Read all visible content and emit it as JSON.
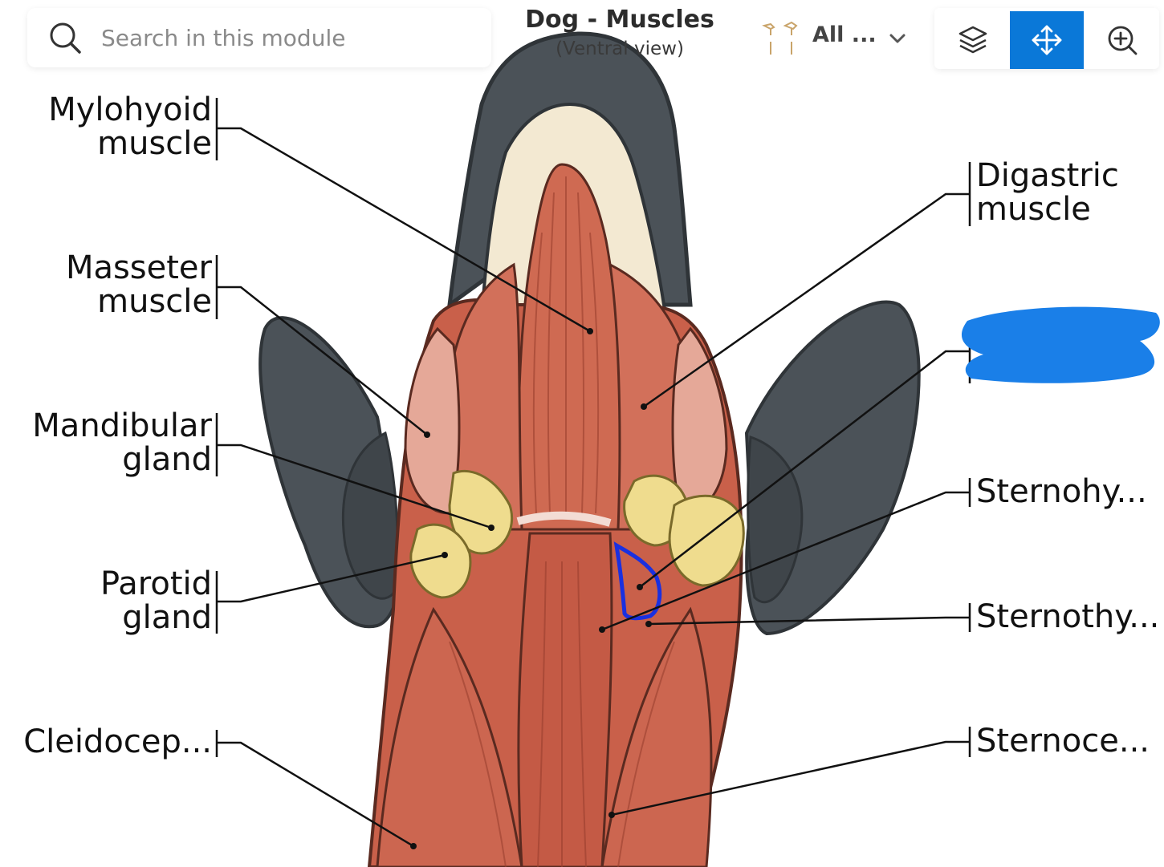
{
  "search": {
    "placeholder": "Search in this module"
  },
  "header": {
    "title": "Dog - Muscles",
    "subtitle": "(Ventral view)"
  },
  "filter": {
    "selected_label": "All ...",
    "thumbnail_icon": "dog-skeleton-thumbnail-icon",
    "chevron_icon": "chevron-down-icon"
  },
  "toolbar": {
    "layers_icon": "layers-icon",
    "move_icon": "move-arrows-icon",
    "zoom_icon": "zoom-in-icon",
    "active_tool": "move",
    "active_color": "#0a78d8"
  },
  "labels": {
    "mylohyoid_line1": "Mylohyoid",
    "mylohyoid_line2": "muscle",
    "masseter_line1": "Masseter",
    "masseter_line2": "muscle",
    "mandibular_line1": "Mandibular",
    "mandibular_line2": "gland",
    "parotid_line1": "Parotid",
    "parotid_line2": "gland",
    "cleidocep": "Cleidocep...",
    "digastric_line1": "Digastric",
    "digastric_line2": "muscle",
    "sternohy": "Sternohy...",
    "sternothy": "Sternothy...",
    "sternoce": "Sternoce..."
  },
  "annotations": {
    "redaction_color": "#1a7fe8",
    "outline_color": "#1a30e0"
  },
  "colors": {
    "muscle": "#c9604a",
    "muscle_light": "#dd8a76",
    "gland": "#efdc8e",
    "skin": "#4b5258",
    "bone": "#f3e9d2"
  }
}
